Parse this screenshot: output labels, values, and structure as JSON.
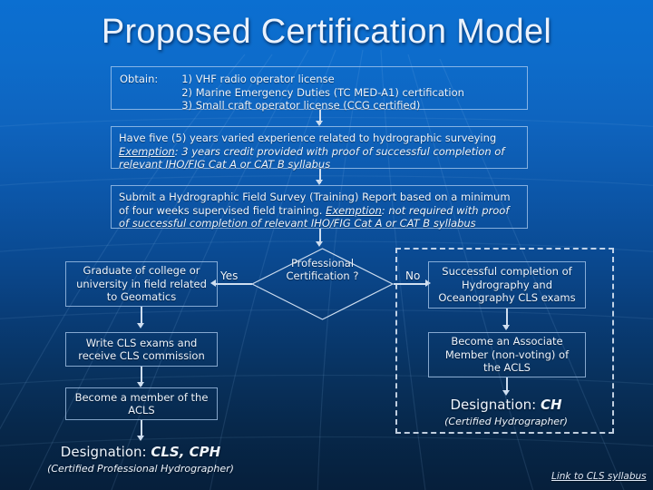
{
  "title": "Proposed Certification Model",
  "boxes": {
    "obtain": {
      "label": "Obtain:",
      "items": [
        "1) VHF radio operator license",
        "2) Marine Emergency Duties (TC MED-A1) certification",
        "3) Small craft operator license (CCG certified)"
      ]
    },
    "experience": {
      "main": "Have five (5) years varied experience related to hydrographic surveying",
      "exemption_label": "Exemption",
      "exemption_text": ": 3 years credit provided with proof of successful completion of relevant IHO/FIG Cat A or CAT B syllabus"
    },
    "report": {
      "main": "Submit a Hydrographic Field Survey (Training) Report based on a minimum of four weeks supervised field training. ",
      "exemption_label": "Exemption",
      "exemption_text": ": not required with proof of successful completion of relevant IHO/FIG Cat A or CAT B syllabus"
    },
    "decision": "Professional Certification ?",
    "graduate": "Graduate of college or university in field related to Geomatics",
    "write_exams": "Write CLS exams and receive CLS commission",
    "member_acls": "Become a member of the ACLS",
    "successful_completion": "Successful completion of Hydrography and Oceanography CLS exams",
    "associate_member": "Become an Associate Member (non-voting) of the ACLS"
  },
  "branches": {
    "yes": "Yes",
    "no": "No"
  },
  "designations": {
    "left": {
      "main_prefix": "Designation: ",
      "main_code": "CLS, CPH",
      "sub": "(Certified Professional Hydrographer)"
    },
    "right": {
      "main_prefix": "Designation: ",
      "main_code": "CH",
      "sub": "(Certified Hydrographer)"
    }
  },
  "link": "Link to CLS syllabus",
  "colors": {
    "background_top": "#0b6fd1",
    "background_bottom": "#061f3b",
    "box_border": "#afcdf0",
    "text": "#eef4fc",
    "connector": "#cfdef0"
  }
}
